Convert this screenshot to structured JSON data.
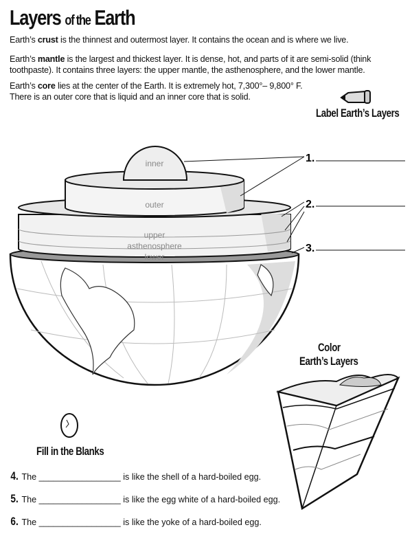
{
  "title": {
    "main1": "Layers",
    "mid": "of the",
    "main2": "Earth"
  },
  "paragraphs": {
    "crust": {
      "pre": "Earth’s ",
      "bold": "crust",
      "post": " is the thinnest and outermost layer. It contains the ocean and is where we live."
    },
    "mantle": {
      "pre": "Earth’s ",
      "bold": "mantle",
      "post": " is the largest and thickest layer. It is dense, hot, and parts of it are semi-solid (think",
      "line2": "toothpaste). It contains three layers: the upper mantle, the asthenosphere, and the lower mantle."
    },
    "core": {
      "pre": "Earth’s ",
      "bold": "core",
      "post": " lies at the center of the Earth. It is extremely hot, 7,300°– 9,800° F.",
      "line2": "There is an outer core that is liquid and an inner core that is solid."
    }
  },
  "label_section": {
    "heading": "Label Earth’s Layers",
    "items": [
      {
        "num": "1."
      },
      {
        "num": "2."
      },
      {
        "num": "3."
      }
    ]
  },
  "diagram_labels": {
    "inner": "inner",
    "outer": "outer",
    "upper": "upper",
    "asthenosphere": "asthenosphere",
    "lower": "lower"
  },
  "color_section": {
    "heading1": "Color",
    "heading2": "Earth’s Layers"
  },
  "fill_section": {
    "heading": "Fill in the Blanks",
    "items": [
      {
        "num": "4.",
        "pre": "The",
        "blank": "_________________",
        "post": "is like the shell of a hard-boiled egg."
      },
      {
        "num": "5.",
        "pre": "The",
        "blank": "_________________",
        "post": " is like the egg white of a hard-boiled egg."
      },
      {
        "num": "6.",
        "pre": "The",
        "blank": "_________________",
        "post": " is like the yoke of a hard-boiled egg."
      }
    ]
  }
}
